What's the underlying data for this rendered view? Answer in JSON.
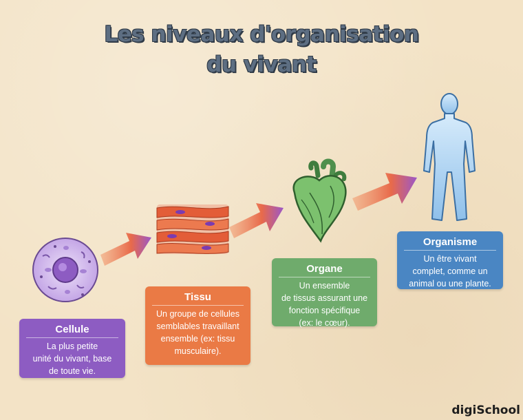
{
  "title": {
    "line1": "Les niveaux d'organisation",
    "line2": "du vivant"
  },
  "levels": [
    {
      "name": "Cellule",
      "icon": "cell-icon",
      "color": "#8d5cc2",
      "desc": [
        "La plus petite",
        "unité du vivant, base",
        "de toute vie."
      ]
    },
    {
      "name": "Tissu",
      "icon": "muscle-tissue-icon",
      "color": "#ea7a45",
      "desc": [
        "Un groupe de cellules",
        "semblables travaillant",
        "ensemble (ex: tissu",
        "musculaire)."
      ]
    },
    {
      "name": "Organe",
      "icon": "heart-icon",
      "color": "#6fab6c",
      "desc": [
        "Un ensemble",
        "de tissus assurant une",
        "fonction spécifique",
        "(ex: le cœur)."
      ]
    },
    {
      "name": "Organisme",
      "icon": "human-body-icon",
      "color": "#4a86c3",
      "desc": [
        "Un être vivant",
        "complet, comme un",
        "animal ou une plante."
      ]
    }
  ],
  "logo": {
    "text": "digiSchool"
  }
}
